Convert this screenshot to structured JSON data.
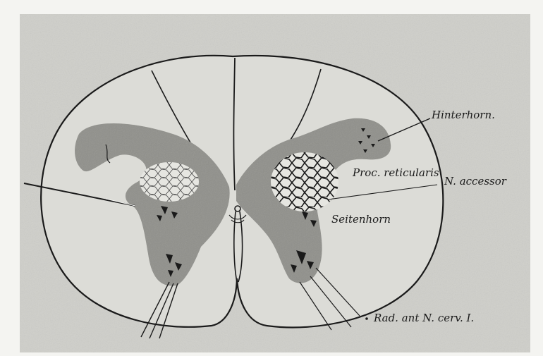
{
  "figure": {
    "labels": {
      "hinterhorn": "Hinterhorn.",
      "proc_reticularis": "Proc. reticularis",
      "n_accessor": "N. accessor",
      "seitenhorn": "Seitenhorn",
      "rad_ant": "Rad. ant N. cerv. I."
    },
    "colors": {
      "plate": "#cfcfca",
      "section_fill": "#dcdcd7",
      "grey_matter": "#8f8f8a",
      "ink": "#1a1a1a"
    }
  }
}
